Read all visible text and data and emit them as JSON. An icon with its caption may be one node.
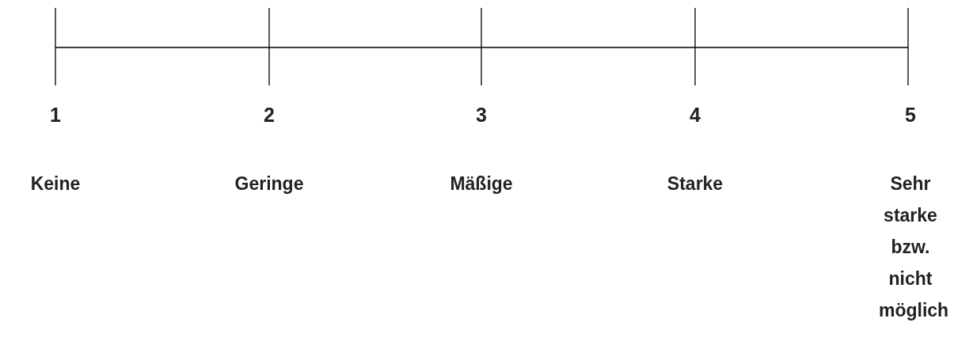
{
  "diagram": {
    "labels": [
      "1",
      "2",
      "3",
      "4",
      "5",
      "Keine",
      "Geringe",
      "Mäßige",
      "Starke",
      "Sehr starke bzw. nicht möglich"
    ]
  }
}
